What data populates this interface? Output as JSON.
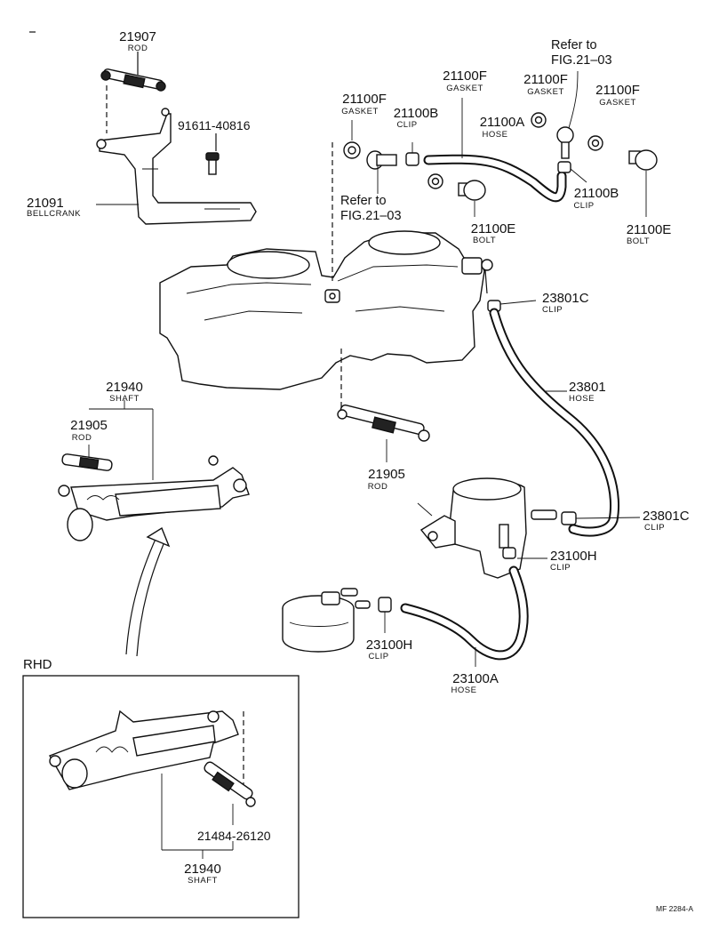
{
  "labels": {
    "rod_21907": {
      "pn": "21907",
      "name": "ROD"
    },
    "bolt_91611": {
      "pn": "91611-40816"
    },
    "bellcrank_21091": {
      "pn": "21091",
      "name": "BELLCRANK"
    },
    "gasket_21100f_a": {
      "pn": "21100F",
      "name": "GASKET"
    },
    "clip_21100b_a": {
      "pn": "21100B",
      "name": "CLIP"
    },
    "gasket_21100f_b": {
      "pn": "21100F",
      "name": "GASKET"
    },
    "hose_21100a": {
      "pn": "21100A",
      "name": "HOSE"
    },
    "gasket_21100f_c": {
      "pn": "21100F",
      "name": "GASKET"
    },
    "gasket_21100f_d": {
      "pn": "21100F",
      "name": "GASKET"
    },
    "ref_top": {
      "line1": "Refer to",
      "line2": "FIG.21–03"
    },
    "ref_mid": {
      "line1": "Refer to",
      "line2": "FIG.21–03"
    },
    "bolt_21100e_a": {
      "pn": "21100E",
      "name": "BOLT"
    },
    "clip_21100b_b": {
      "pn": "21100B",
      "name": "CLIP"
    },
    "bolt_21100e_b": {
      "pn": "21100E",
      "name": "BOLT"
    },
    "clip_23801c_a": {
      "pn": "23801C",
      "name": "CLIP"
    },
    "hose_23801": {
      "pn": "23801",
      "name": "HOSE"
    },
    "shaft_21940_a": {
      "pn": "21940",
      "name": "SHAFT"
    },
    "rod_21905_a": {
      "pn": "21905",
      "name": "ROD"
    },
    "rod_21905_b": {
      "pn": "21905",
      "name": "ROD"
    },
    "clip_23801c_b": {
      "pn": "23801C",
      "name": "CLIP"
    },
    "clip_23100h_a": {
      "pn": "23100H",
      "name": "CLIP"
    },
    "clip_23100h_b": {
      "pn": "23100H",
      "name": "CLIP"
    },
    "hose_23100a": {
      "pn": "23100A",
      "name": "HOSE"
    },
    "rhd_title": "RHD",
    "rod_21484": {
      "pn": "21484-26120"
    },
    "shaft_21940_b": {
      "pn": "21940",
      "name": "SHAFT"
    },
    "figure_code": "MF 2284-A"
  }
}
